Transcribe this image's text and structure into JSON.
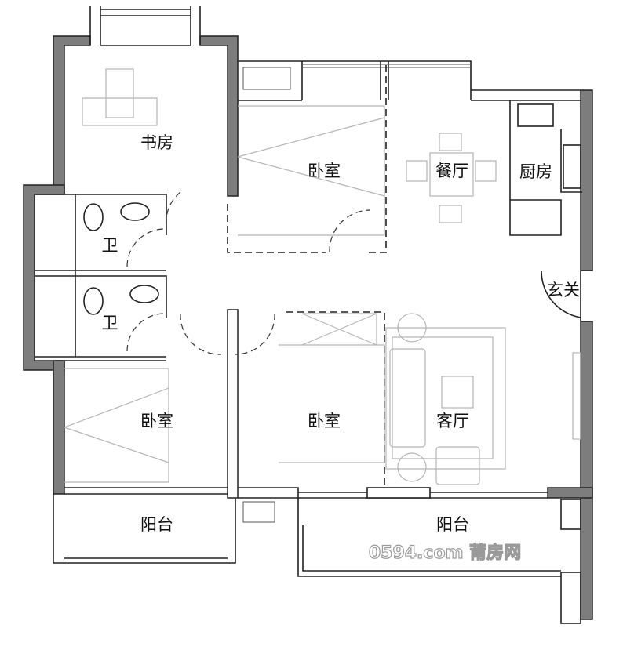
{
  "rooms": {
    "study": "书房",
    "bedroom_top": "卧室",
    "dining": "餐厅",
    "kitchen": "厨房",
    "bathroom_1": "卫",
    "bathroom_2": "卫",
    "entrance": "玄关",
    "bedroom_bottom_left": "卧室",
    "bedroom_bottom_mid": "卧室",
    "living_room": "客厅",
    "balcony_left": "阳台",
    "balcony_right": "阳台"
  },
  "watermark": "0594.com 莆房网",
  "colors": {
    "wall": "#7d7d7d",
    "line": "#222222",
    "furniture": "#b5b5b5"
  }
}
